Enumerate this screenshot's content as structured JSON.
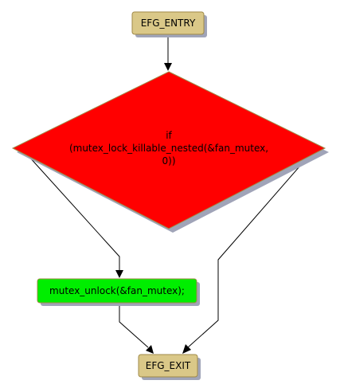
{
  "nodes": {
    "entry": {
      "label": "EFG_ENTRY"
    },
    "condition": {
      "lines": [
        "if",
        "(mutex_lock_killable_nested(&fan_mutex,",
        "0))"
      ]
    },
    "unlock": {
      "label": "mutex_unlock(&fan_mutex);"
    },
    "exit": {
      "label": "EFG_EXIT"
    }
  },
  "colors": {
    "terminal_fill": "#dac888",
    "terminal_border": "#a08a48",
    "decision_fill": "#ff0000",
    "decision_border": "#a08a48",
    "action_fill": "#00ee00",
    "action_border": "#a08a48",
    "shadow": "#a0a4b8",
    "edge": "#000000"
  }
}
